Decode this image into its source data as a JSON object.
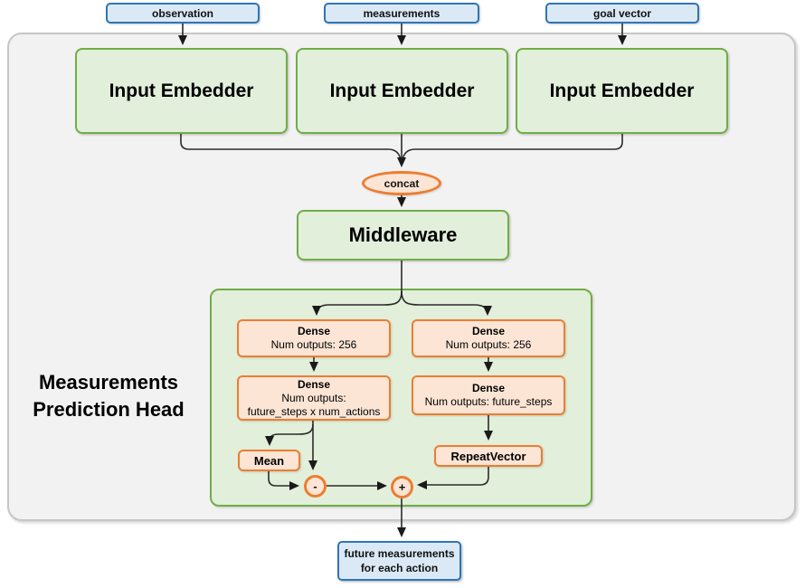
{
  "diagram": {
    "inputs": {
      "observation": "observation",
      "measurements": "measurements",
      "goal_vector": "goal vector"
    },
    "embedders": {
      "e1": "Input Embedder",
      "e2": "Input Embedder",
      "e3": "Input Embedder"
    },
    "concat": "concat",
    "middleware": "Middleware",
    "head": {
      "title_line1": "Measurements",
      "title_line2": "Prediction Head",
      "dense_left_1": {
        "title": "Dense",
        "line2": "Num outputs: 256"
      },
      "dense_right_1": {
        "title": "Dense",
        "line2": "Num outputs: 256"
      },
      "dense_left_2": {
        "title": "Dense",
        "line2": "Num outputs:",
        "line3": "future_steps x num_actions"
      },
      "dense_right_2": {
        "title": "Dense",
        "line2": "Num outputs: future_steps"
      },
      "mean": "Mean",
      "repeat_vector": "RepeatVector",
      "minus": "-",
      "plus": "+"
    },
    "output": {
      "line1": "future measurements",
      "line2": "for each action"
    },
    "colors": {
      "green_border": "#70AD47",
      "green_fill": "#E2EFDA",
      "orange_border": "#ED7D31",
      "orange_fill": "#FCE5D5",
      "blue_border": "#2E75B6",
      "blue_fill": "#DBE9F7",
      "panel_fill": "#F2F2F2",
      "panel_border": "#C6C6C6",
      "wire": "#2B2B2B"
    }
  }
}
